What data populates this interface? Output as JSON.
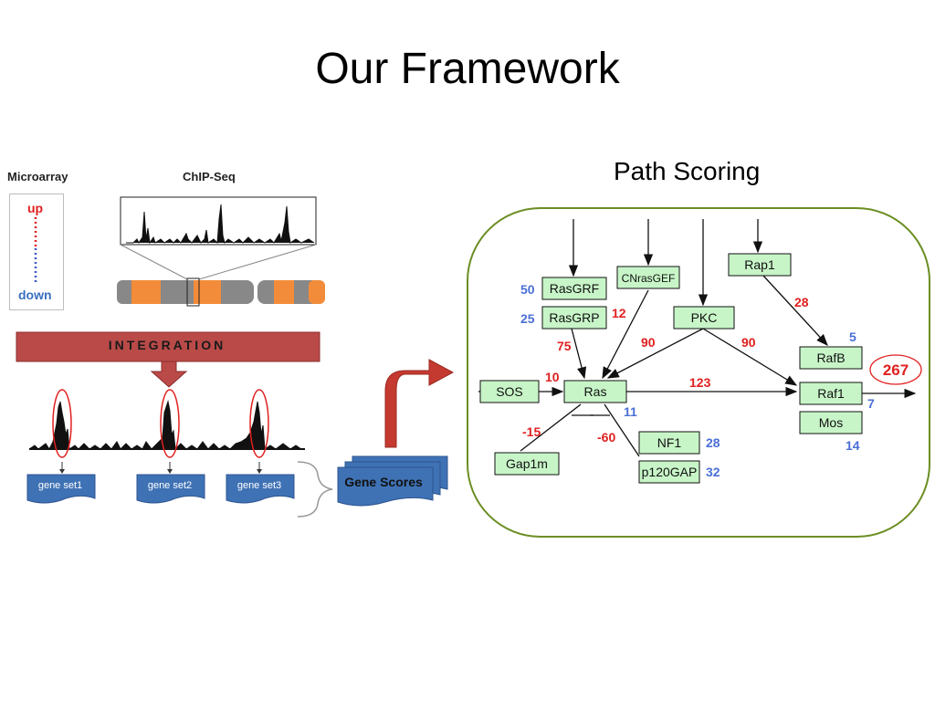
{
  "slide": {
    "title": "Our Framework",
    "path_scoring_title": "Path  Scoring"
  },
  "left_panel": {
    "microarray_label": "Microarray",
    "chipseq_label": "ChIP-Seq",
    "microarray_up": "up",
    "microarray_down": "down",
    "integration_label": "INTEGRATION",
    "gene_sets": [
      "gene set1",
      "gene set2",
      "gene set3"
    ],
    "gene_scores_label": "Gene Scores"
  },
  "pathway": {
    "nodes": {
      "rasgrf": "RasGRF",
      "rasgrp": "RasGRP",
      "cnrasgef": "CNrasGEF",
      "pkc": "PKC",
      "rap1": "Rap1",
      "rafb": "RafB",
      "sos": "SOS",
      "ras": "Ras",
      "raf1": "Raf1",
      "mos": "Mos",
      "nf1": "NF1",
      "gap1m": "Gap1m",
      "p120gap": "p120GAP"
    },
    "gene_scores": {
      "rasgrf": "50",
      "rasgrp": "25",
      "ras": "11",
      "rafb": "5",
      "raf1": "7",
      "mos": "14",
      "nf1": "28",
      "p120gap": "32"
    },
    "edge_scores": {
      "cnrasgef_ras": "12",
      "rasgrp_ras": "75",
      "pkc_ras": "90",
      "pkc_raf1": "90",
      "rap1_rafb": "28",
      "sos_ras": "10",
      "ras_raf1": "123",
      "ras_gap1m": "-15",
      "ras_p120gap": "-60"
    },
    "path_score": "267"
  },
  "colors": {
    "gene_score_blue": "#4a6fd6",
    "edge_score_red": "#e02020",
    "node_fill": "#c8f5c8",
    "container_border": "#6b8e23",
    "integration_banner": "#b94a48",
    "gene_set_fill": "#3f72b5"
  }
}
